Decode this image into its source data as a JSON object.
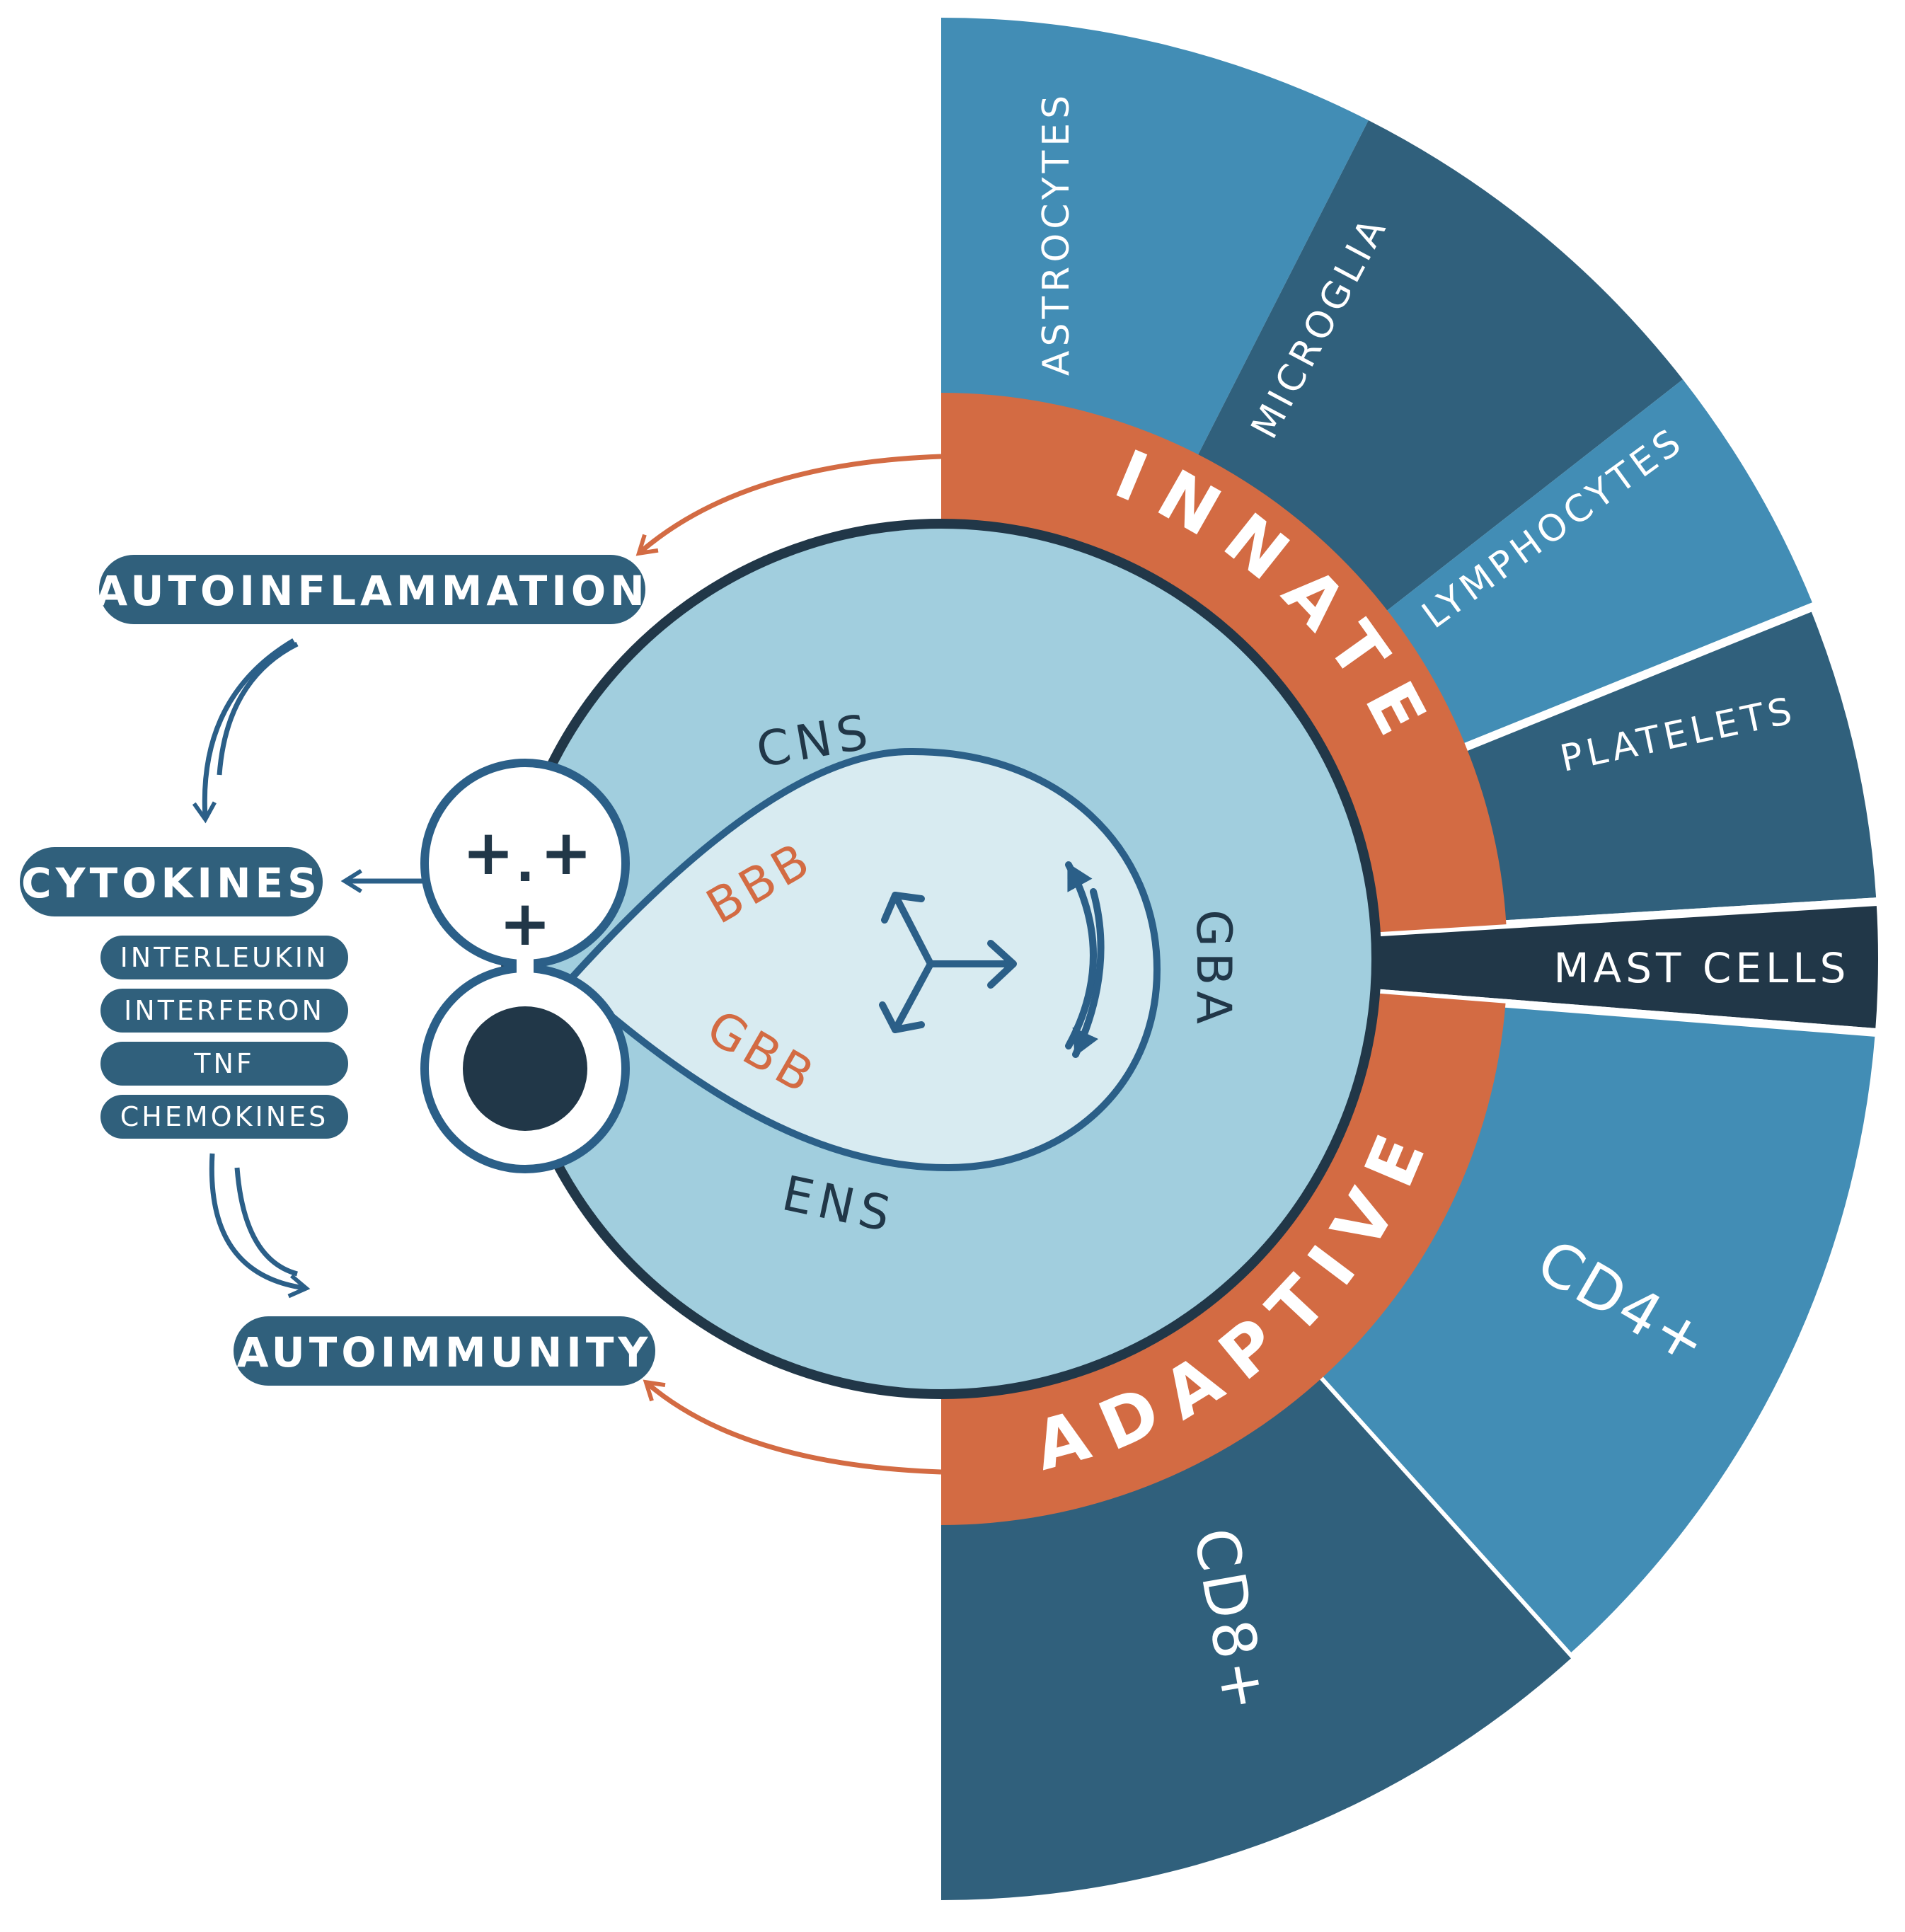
{
  "colors": {
    "navy": "#213748",
    "slate": "#30607c",
    "steel": "#428db5",
    "orange": "#d36b43",
    "ring_blue": "#2b5f88",
    "circle_fill": "#a1cede",
    "drop_fill": "#d8ebf1",
    "white": "#ffffff"
  },
  "outer_segments": [
    {
      "label": "ASTROCYTES",
      "tone": "steel"
    },
    {
      "label": "MICROGLIA",
      "tone": "slate"
    },
    {
      "label": "LYMPHOCYTES",
      "tone": "steel"
    },
    {
      "label": "PLATELETS",
      "tone": "slate"
    },
    {
      "label": "MAST CELLS",
      "tone": "navy"
    },
    {
      "label": "CD4+",
      "tone": "steel"
    },
    {
      "label": "CD8+",
      "tone": "slate"
    }
  ],
  "bands": {
    "innate": "INNATE",
    "adaptive": "ADAPTIVE"
  },
  "core": {
    "cns": "CNS",
    "ens": "ENS",
    "gba": "GBA",
    "bbb": "BBB",
    "gbb": "GBB",
    "symbols": [
      "+",
      "+",
      "+",
      "."
    ]
  },
  "left_panel": {
    "autoinflammation": "AUTOINFLAMMATION",
    "cytokines": "CYTOKINES",
    "autoimmunity": "AUTOIMMUNITY",
    "cytokine_types": [
      "INTERLEUKIN",
      "INTERFERON",
      "TNF",
      "CHEMOKINES"
    ]
  },
  "icons": [
    "three-way-arrow-icon",
    "bidirectional-arc-arrow-icon",
    "figure-eight-cell-icon",
    "feedback-arrow-icon"
  ]
}
